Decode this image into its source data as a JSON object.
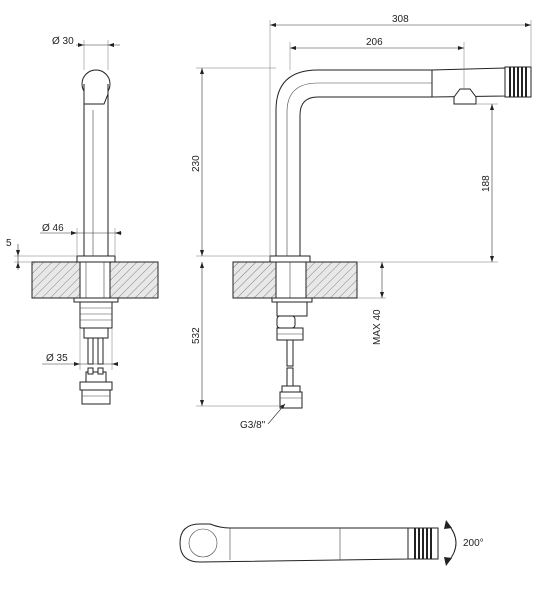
{
  "dimensions": {
    "front_diameter_top": "Ø 30",
    "front_diameter_mid": "Ø 46",
    "front_gap": "5",
    "front_diameter_bottom": "Ø 35",
    "side_total_width": "308",
    "side_spout_width": "206",
    "side_height": "230",
    "side_spout_height": "188",
    "side_below_counter": "532",
    "side_max_thickness": "MAX 40",
    "thread": "G3/8\"",
    "rotation": "200°"
  },
  "colors": {
    "line": "#222222",
    "hatch": "#666666",
    "background": "#ffffff"
  }
}
